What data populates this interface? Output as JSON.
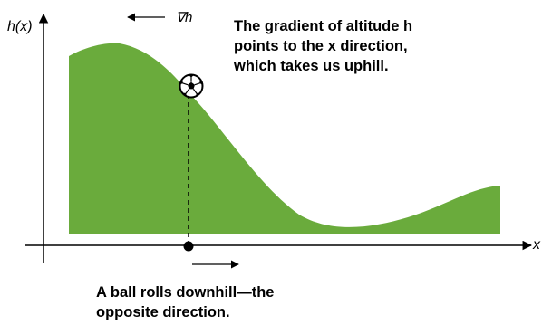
{
  "axes": {
    "y_label": "h(x)",
    "x_label": "x"
  },
  "gradient_arrow": {
    "label": "∇h"
  },
  "annotation_top": {
    "line1": "The gradient of altitude h",
    "line2": "points to the x direction,",
    "line3": "which takes us uphill."
  },
  "annotation_bottom": {
    "line1": "A ball rolls downhill—the",
    "line2": "opposite direction."
  },
  "colors": {
    "hill_fill": "#6aab3c",
    "ink": "#000000"
  },
  "icons": {
    "ball": "soccer-ball-icon"
  }
}
